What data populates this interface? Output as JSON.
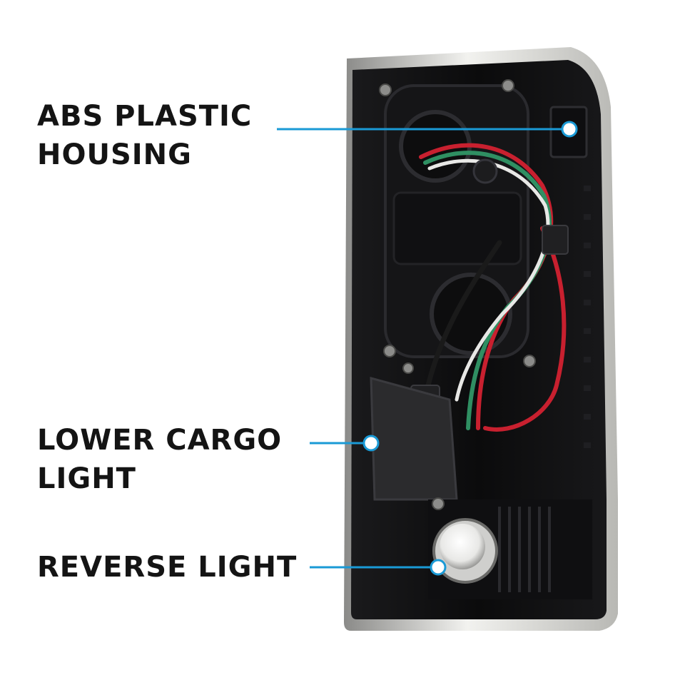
{
  "callouts": [
    {
      "line1": "ABS PLASTIC",
      "line2": "HOUSING"
    },
    {
      "line1": "LOWER CARGO",
      "line2": "LIGHT"
    },
    {
      "line1": "REVERSE LIGHT"
    }
  ],
  "colors": {
    "accent": "#1a9ad6",
    "label_text": "#141414",
    "housing_dark": "#0c0c0d",
    "chrome_edge": "#d9d9d6",
    "wire_red": "#c8202f",
    "wire_green": "#2f8f62"
  },
  "icons": [
    "callout-dot-icon",
    "screw-icon"
  ]
}
